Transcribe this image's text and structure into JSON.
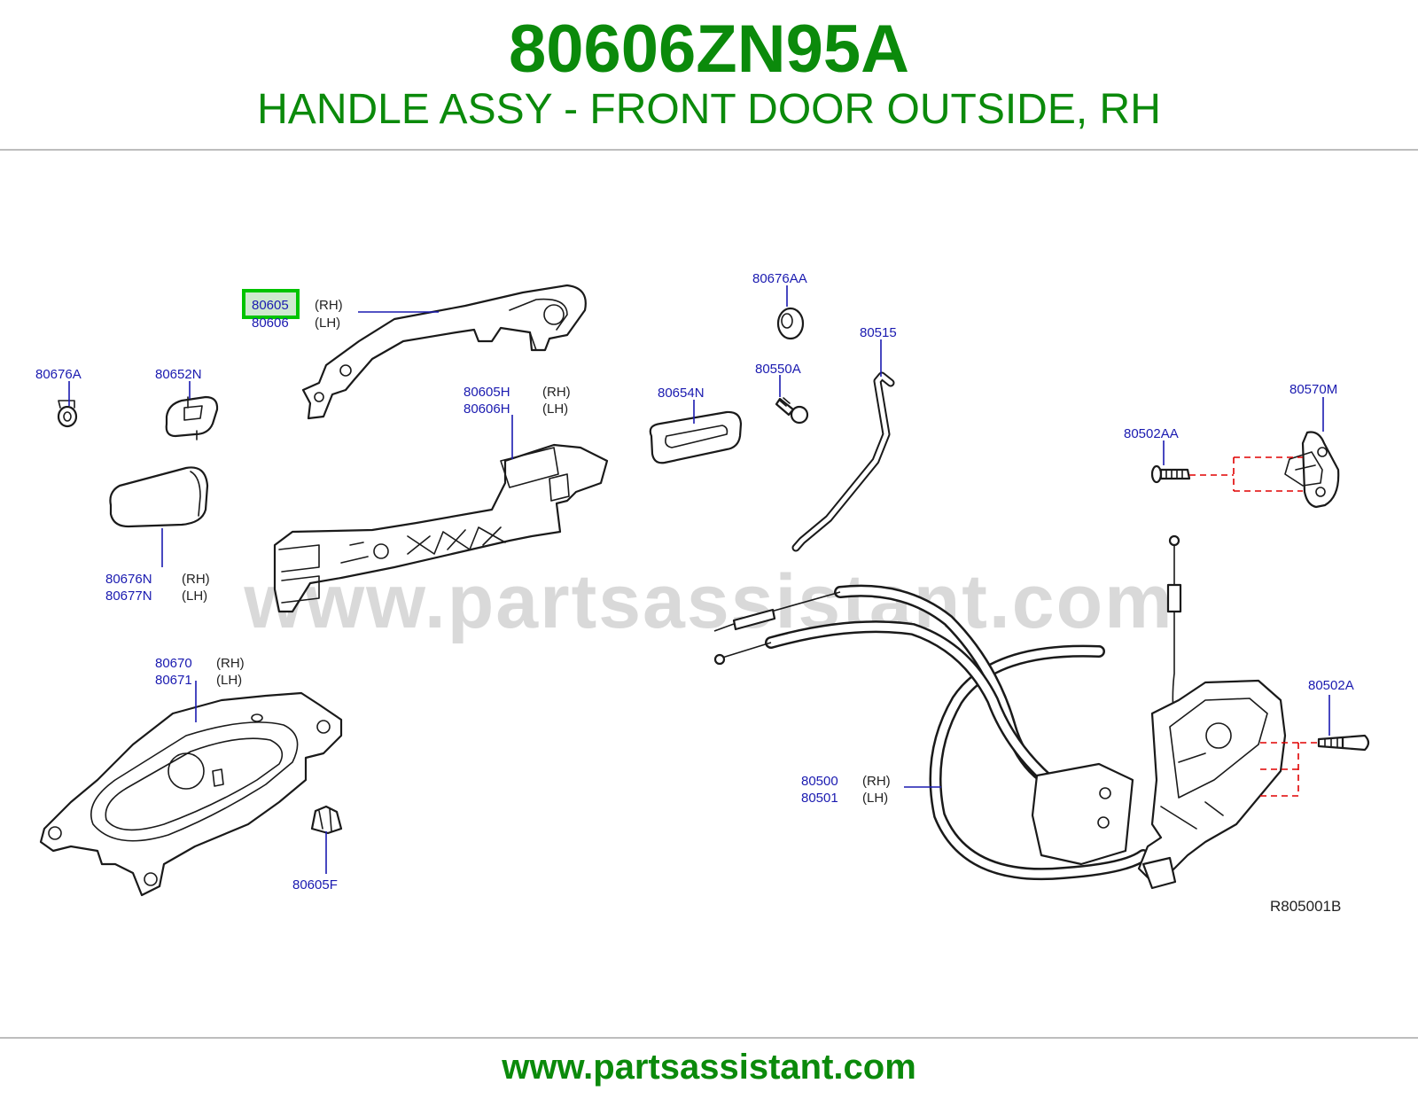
{
  "header": {
    "part_number": "80606ZN95A",
    "description": "HANDLE ASSY - FRONT DOOR OUTSIDE, RH"
  },
  "watermark": "www.partsassistant.com",
  "footer": {
    "url": "www.partsassistant.com"
  },
  "colors": {
    "brand_green": "#0b8a0b",
    "label_blue": "#1a1ab0",
    "highlight": "#00c400",
    "dash_red": "#e00000"
  },
  "diagram": {
    "ref_code": "R805001B",
    "highlighted_part": "80605",
    "callouts": [
      {
        "id": "c-80605",
        "lines": [
          {
            "part": "80605",
            "side": "(RH)"
          },
          {
            "part": "80606",
            "side": "(LH)"
          }
        ]
      },
      {
        "id": "c-80676AA",
        "lines": [
          {
            "part": "80676AA"
          }
        ]
      },
      {
        "id": "c-80515",
        "lines": [
          {
            "part": "80515"
          }
        ]
      },
      {
        "id": "c-80676A",
        "lines": [
          {
            "part": "80676A"
          }
        ]
      },
      {
        "id": "c-80652N",
        "lines": [
          {
            "part": "80652N"
          }
        ]
      },
      {
        "id": "c-80550A",
        "lines": [
          {
            "part": "80550A"
          }
        ]
      },
      {
        "id": "c-80605H",
        "lines": [
          {
            "part": "80605H",
            "side": "(RH)"
          },
          {
            "part": "80606H",
            "side": "(LH)"
          }
        ]
      },
      {
        "id": "c-80654N",
        "lines": [
          {
            "part": "80654N"
          }
        ]
      },
      {
        "id": "c-80570M",
        "lines": [
          {
            "part": "80570M"
          }
        ]
      },
      {
        "id": "c-80502AA",
        "lines": [
          {
            "part": "80502AA"
          }
        ]
      },
      {
        "id": "c-80676N",
        "lines": [
          {
            "part": "80676N",
            "side": "(RH)"
          },
          {
            "part": "80677N",
            "side": "(LH)"
          }
        ]
      },
      {
        "id": "c-80670",
        "lines": [
          {
            "part": "80670",
            "side": "(RH)"
          },
          {
            "part": "80671",
            "side": "(LH)"
          }
        ]
      },
      {
        "id": "c-80502A",
        "lines": [
          {
            "part": "80502A"
          }
        ]
      },
      {
        "id": "c-80500",
        "lines": [
          {
            "part": "80500",
            "side": "(RH)"
          },
          {
            "part": "80501",
            "side": "(LH)"
          }
        ]
      },
      {
        "id": "c-80605F",
        "lines": [
          {
            "part": "80605F"
          }
        ]
      }
    ]
  }
}
